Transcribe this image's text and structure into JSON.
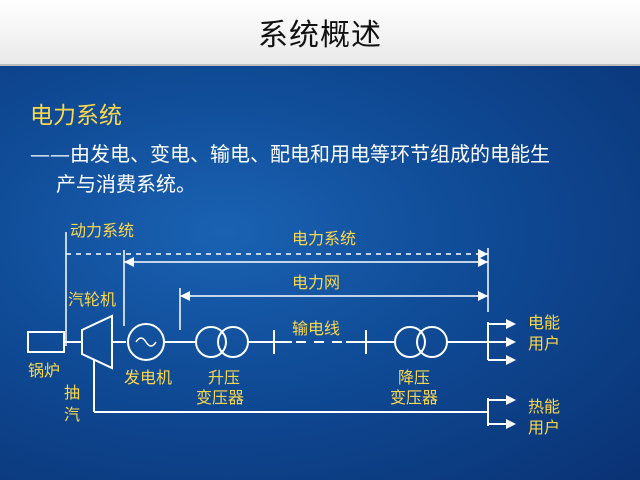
{
  "title": "系统概述",
  "heading": "电力系统",
  "definition": {
    "line1": "——由发电、变电、输电、配电和用电等环节组成的电能生",
    "line2": "产与消费系统。"
  },
  "diagram": {
    "labels": {
      "power_system_dongli": "动力系统",
      "power_system_dianli": "电力系统",
      "power_network": "电力网",
      "transmission_line": "输电线",
      "steam_turbine": "汽轮机",
      "boiler": "锅炉",
      "extraction_1": "抽",
      "extraction_2": "汽",
      "generator": "发电机",
      "step_up_1": "升压",
      "step_up_2": "变压器",
      "step_down_1": "降压",
      "step_down_2": "变压器",
      "electric_user_1": "电能",
      "electric_user_2": "用户",
      "heat_user_1": "热能",
      "heat_user_2": "用户"
    },
    "colors": {
      "label": "#ffd84a",
      "line": "#ffffff",
      "background": "#0f4a95"
    }
  }
}
